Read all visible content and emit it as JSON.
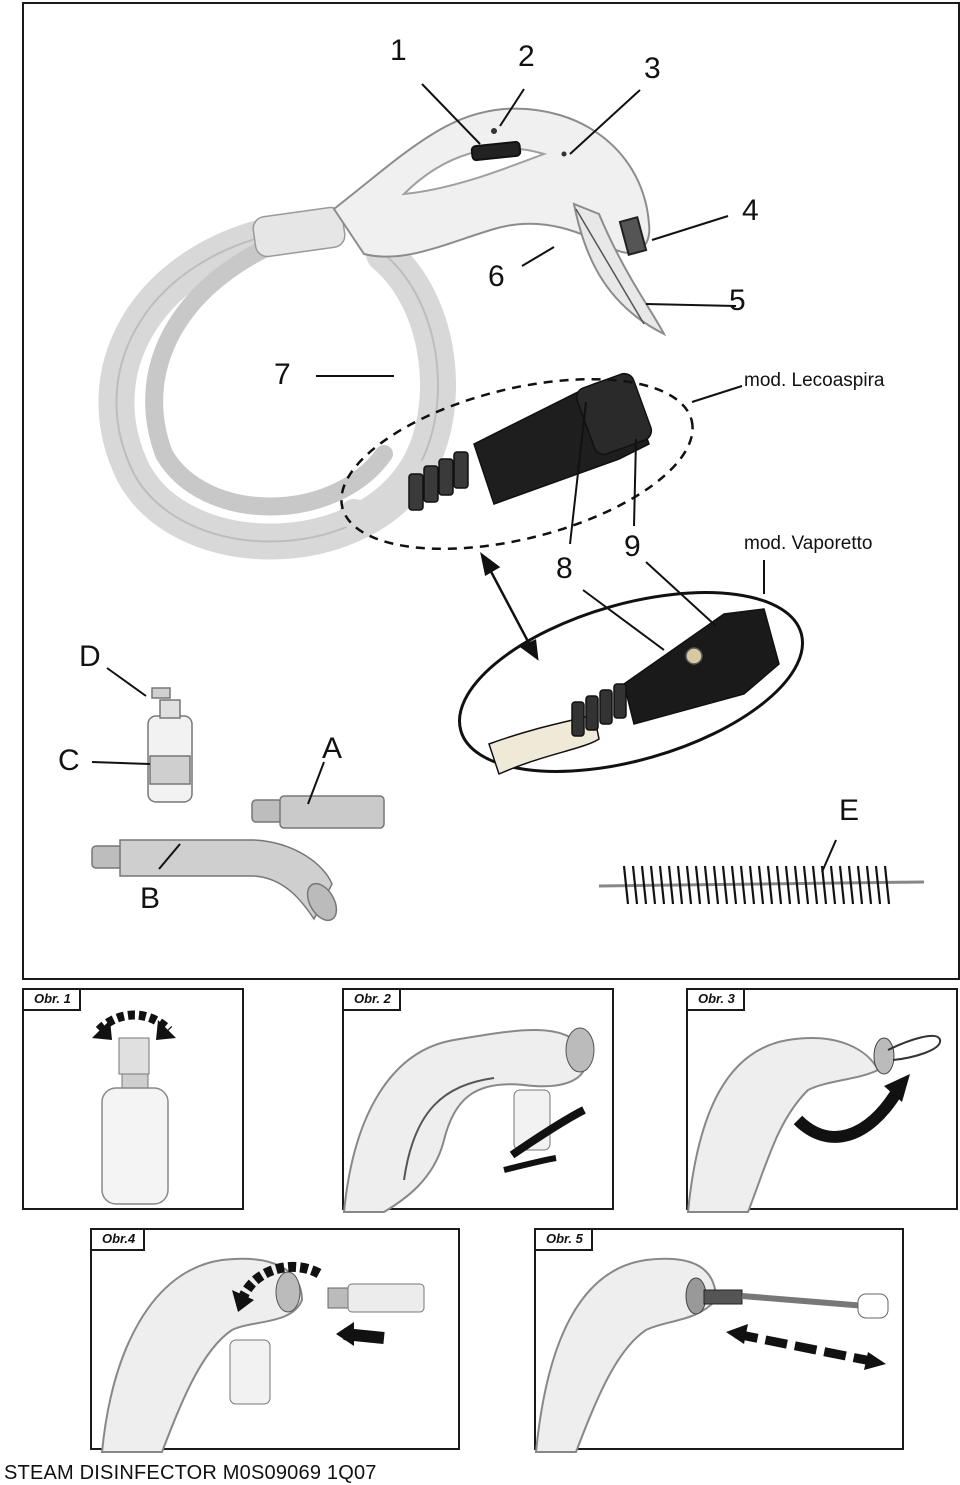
{
  "main_figure": {
    "part_numbers": [
      "1",
      "2",
      "3",
      "4",
      "5",
      "6",
      "7",
      "8",
      "9"
    ],
    "part_letters": [
      "A",
      "B",
      "C",
      "D",
      "E"
    ],
    "model_labels": {
      "lecoaspira": "mod. Lecoaspira",
      "vaporetto": "mod. Vaporetto"
    }
  },
  "panels": [
    {
      "label": "Obr. 1"
    },
    {
      "label": "Obr. 2"
    },
    {
      "label": "Obr. 3"
    },
    {
      "label": "Obr.4"
    },
    {
      "label": "Obr. 5"
    }
  ],
  "footer": {
    "text": "STEAM DISINFECTOR M0S09069 1Q07"
  }
}
